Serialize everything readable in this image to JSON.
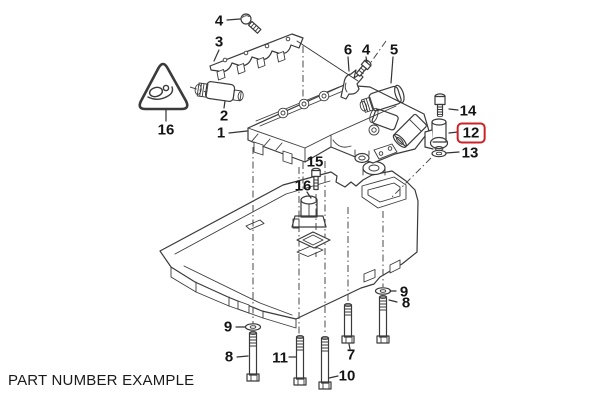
{
  "figure": {
    "caption": "PART NUMBER EXAMPLE",
    "highlight_color": "#cc2127",
    "line_color": "#3a3a3a",
    "label_color": "#141414",
    "background_color": "#ffffff",
    "highlighted_part": "12"
  },
  "icons": {
    "warning_triangle": "rounded-triangle-outline-with-part-sketch"
  },
  "part_labels": [
    {
      "num": "4"
    },
    {
      "num": "3"
    },
    {
      "num": "16"
    },
    {
      "num": "2"
    },
    {
      "num": "1"
    },
    {
      "num": "6"
    },
    {
      "num": "4"
    },
    {
      "num": "5"
    },
    {
      "num": "14"
    },
    {
      "num": "12",
      "highlighted": true
    },
    {
      "num": "13"
    },
    {
      "num": "15"
    },
    {
      "num": "16"
    },
    {
      "num": "9"
    },
    {
      "num": "8"
    },
    {
      "num": "11"
    },
    {
      "num": "10"
    },
    {
      "num": "7"
    },
    {
      "num": "9"
    },
    {
      "num": "8"
    }
  ]
}
